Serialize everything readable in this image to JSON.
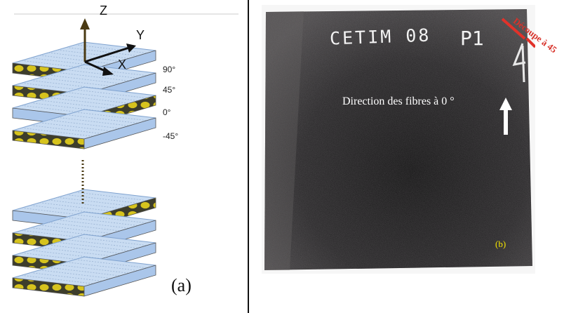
{
  "panel_a": {
    "axes": {
      "z": "Z",
      "y": "Y",
      "x": "X"
    },
    "ply_angles": [
      "90°",
      "45°",
      "0°",
      "-45°"
    ],
    "caption": "(a)",
    "colors": {
      "ply_top": "#c9dcf2",
      "ply_side": "#aac6ea",
      "fibre_band": "#3d3d2b",
      "fibre_dot": "#d6c31d",
      "z_axis": "#4a3a13"
    }
  },
  "panel_b": {
    "handwritten_label": "CETIM 08",
    "handwritten_sample": "P1",
    "direction_text": "Direction des fibres à 0 °",
    "cut_label": "Découpe à 45",
    "caption": "(b)",
    "colors": {
      "plate": "#262426",
      "direction_arrow": "#ffffff",
      "cut_line": "#e1322a",
      "caption": "#f4e400"
    }
  }
}
